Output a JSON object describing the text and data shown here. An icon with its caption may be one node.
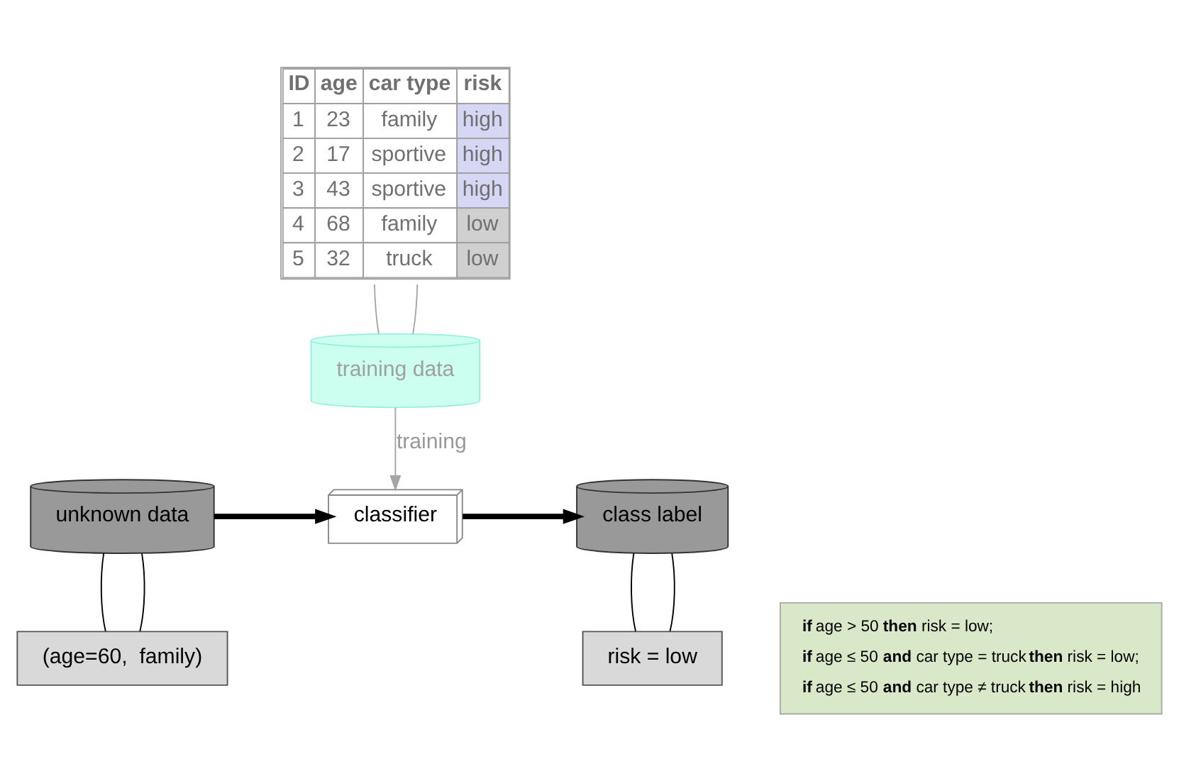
{
  "diagram": {
    "nodes": [
      {
        "text": [
          "ID",
          "age",
          "car type",
          "risk",
          "1",
          "23",
          "family",
          "high",
          "2",
          "17",
          "sportive",
          "high",
          "3",
          "43",
          "sportive",
          "high",
          "4",
          "68",
          "family",
          "low",
          "5",
          "32",
          "truck",
          "low"
        ]
      },
      {
        "text": [
          "training data"
        ]
      },
      {
        "text": [
          "classifier"
        ]
      },
      {
        "text": [
          "unknown data"
        ]
      },
      {
        "text": [
          "(age=60,  family)"
        ]
      },
      {
        "text": [
          "**if** age > 50 **then** risk = low;",
          "**if** age ≤ 50 **and** car type = truck **then** risk = low;",
          "**if** age ≤ 50 **and** car type ≠ truck **then** risk = high"
        ]
      },
      {
        "text": [
          "class label"
        ]
      },
      {
        "text": [
          "risk = low"
        ]
      }
    ],
    "edges": [
      {
        "from": 0,
        "to": 1,
        "arrow": "none",
        "color": "#a6a6a6"
      },
      {
        "from": 0,
        "to": 1,
        "arrow": "none",
        "color": "#a6a6a6"
      },
      {
        "from": 1,
        "to": 2,
        "arrow": "to",
        "label": "training",
        "color": "#a6a6a6"
      },
      {
        "from": 3,
        "to": 2,
        "arrow": "to",
        "style": "thick"
      },
      {
        "from": 2,
        "to": 6,
        "arrow": "to",
        "style": "thick"
      },
      {
        "from": 3,
        "to": 4,
        "arrow": "none"
      },
      {
        "from": 3,
        "to": 4,
        "arrow": "none"
      },
      {
        "from": 6,
        "to": 7,
        "arrow": "none"
      },
      {
        "from": 6,
        "to": 7,
        "arrow": "none"
      }
    ]
  }
}
